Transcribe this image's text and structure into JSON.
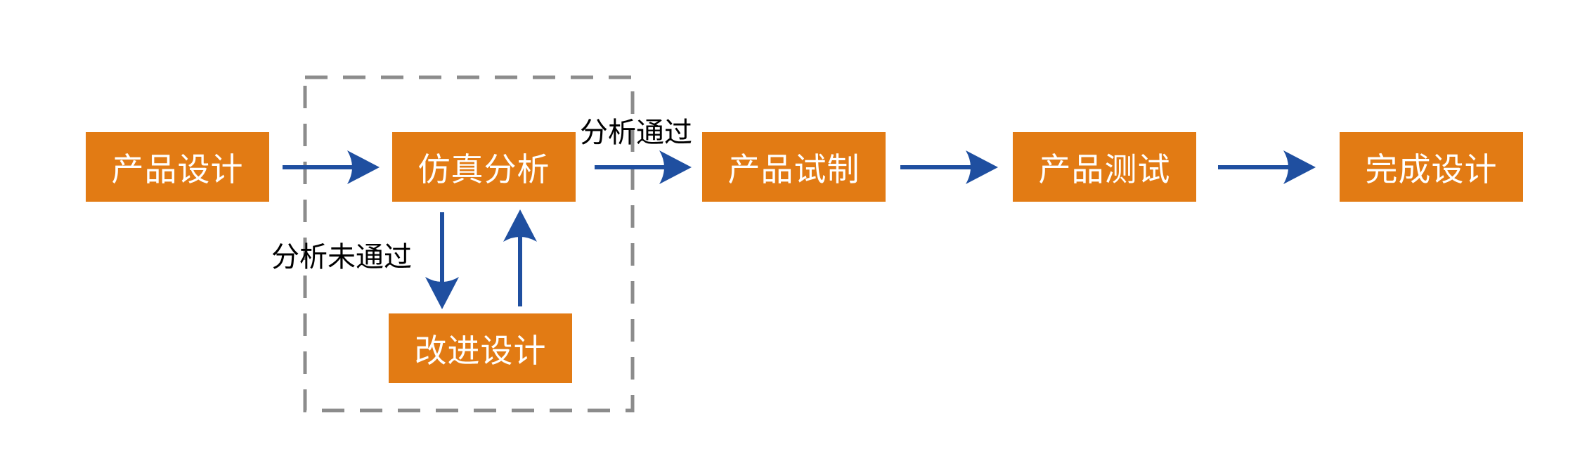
{
  "diagram": {
    "nodes": {
      "product_design": "产品设计",
      "simulation_analysis": "仿真分析",
      "improve_design": "改进设计",
      "product_trial": "产品试制",
      "product_test": "产品测试",
      "complete_design": "完成设计"
    },
    "edge_labels": {
      "analysis_passed": "分析通过",
      "analysis_not_passed": "分析未通过"
    },
    "colors": {
      "node_fill": "#e27b14",
      "node_text": "#ffffff",
      "arrow": "#1f4fa0",
      "dashed_border": "#8c8c8c"
    }
  }
}
